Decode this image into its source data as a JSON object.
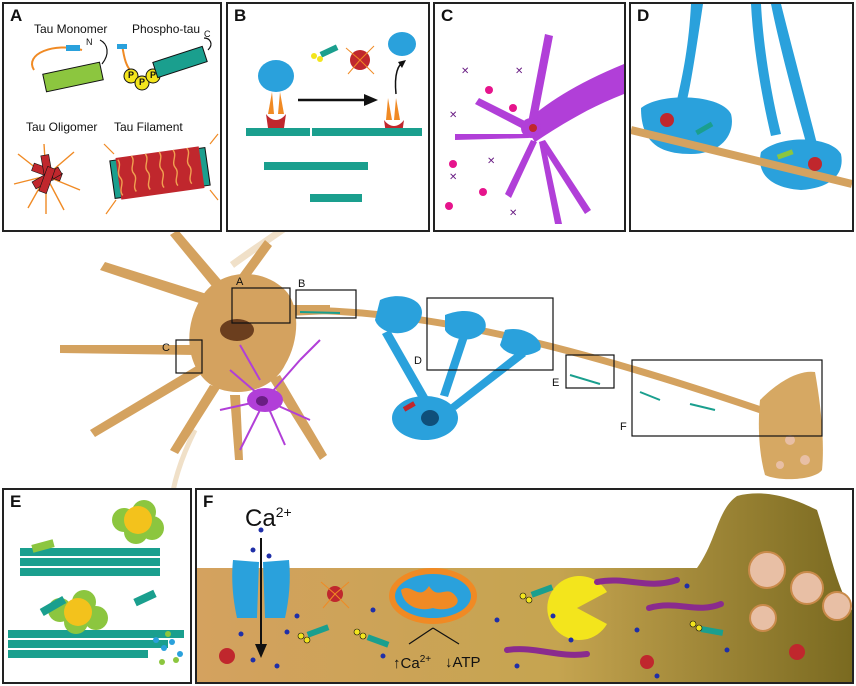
{
  "panels": {
    "A": {
      "label": "A",
      "tau_monomer": "Tau Monomer",
      "phospho_tau": "Phospho-tau",
      "tau_oligomer": "Tau Oligomer",
      "tau_filament": "Tau Filament",
      "n_terminus": "N",
      "c_terminus": "C",
      "phospho_mark": "P"
    },
    "B": {
      "label": "B"
    },
    "C": {
      "label": "C"
    },
    "D": {
      "label": "D"
    },
    "E": {
      "label": "E"
    },
    "F": {
      "label": "F",
      "calcium_base": "Ca",
      "calcium_charge": "2+",
      "ca_increase_arrow": "↑",
      "ca_increase_charge": "2+",
      "atp_decrease_arrow": "↓",
      "atp_label": "ATP"
    }
  },
  "overview": {
    "box_A": "A",
    "box_B": "B",
    "box_C": "C",
    "box_D": "D",
    "box_E": "E",
    "box_F": "F"
  },
  "colors": {
    "neuron": "#d4a25f",
    "microglia": "#b13fd8",
    "oligodendrocyte": "#2aa1dc",
    "microtubule": "#1a9f8e",
    "tau_orange": "#f08a24",
    "tau_green": "#8cc63f",
    "oligomer_red": "#c0272d",
    "phospho_yellow": "#f3e51c",
    "vesicle_magenta": "#e6148c"
  }
}
